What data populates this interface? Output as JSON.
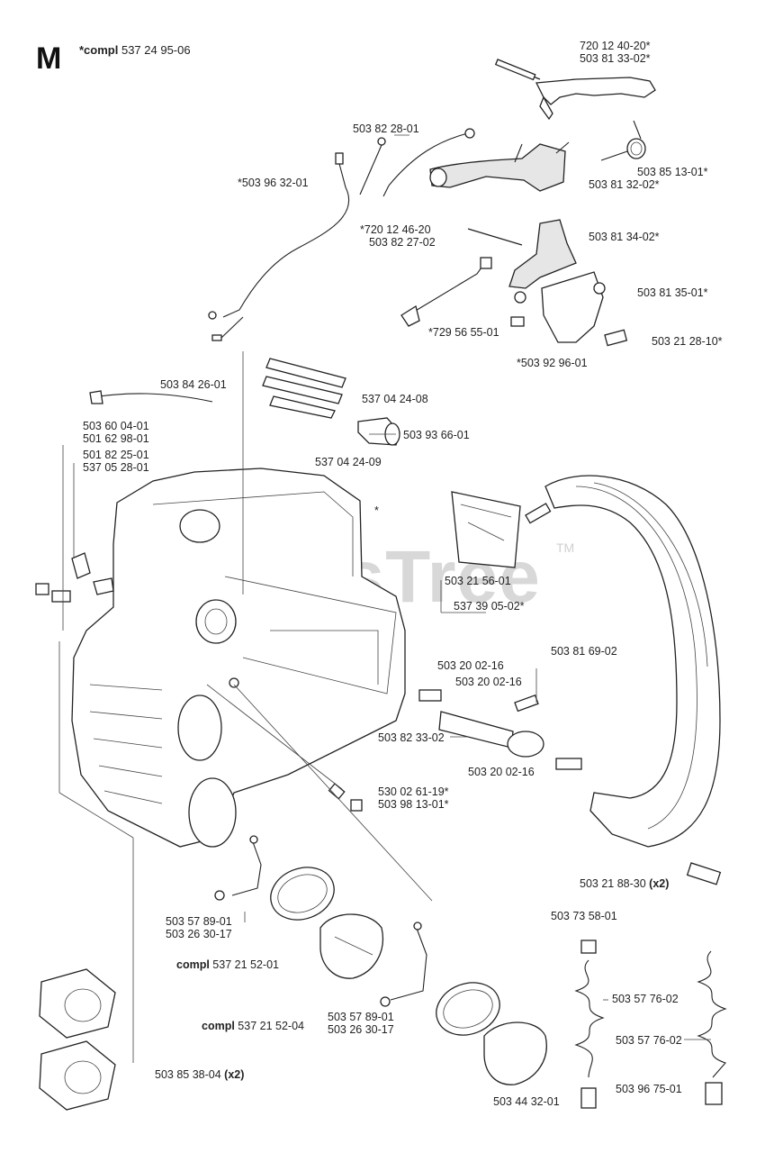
{
  "section": {
    "letter": "M",
    "compl_prefix": "*compl",
    "compl_number": "537 24 95-06"
  },
  "watermark": {
    "text": "PartsTree",
    "tm": "TM"
  },
  "labels": [
    {
      "id": "l1",
      "lines": [
        "720 12 40-20*",
        "503 81 33-02*"
      ]
    },
    {
      "id": "l2",
      "lines": [
        "503 82 28-01"
      ]
    },
    {
      "id": "l3",
      "lines": [
        "*503 96 32-01"
      ]
    },
    {
      "id": "l4",
      "lines": [
        "503 85 13-01*",
        "503 81 32-02*"
      ]
    },
    {
      "id": "l5",
      "lines": [
        "*720 12 46-20",
        "503 82 27-02"
      ]
    },
    {
      "id": "l6",
      "lines": [
        "503 81 34-02*"
      ]
    },
    {
      "id": "l7",
      "lines": [
        "503 81 35-01*"
      ]
    },
    {
      "id": "l8",
      "lines": [
        "*729 56 55-01"
      ]
    },
    {
      "id": "l9",
      "lines": [
        "503 21 28-10*"
      ]
    },
    {
      "id": "l10",
      "lines": [
        "*503 92 96-01"
      ]
    },
    {
      "id": "l11",
      "lines": [
        "503 84 26-01"
      ]
    },
    {
      "id": "l12",
      "lines": [
        "537 04 24-08"
      ]
    },
    {
      "id": "l13",
      "lines": [
        "503 93 66-01"
      ]
    },
    {
      "id": "l14",
      "lines": [
        "503 60 04-01",
        "501 62 98-01"
      ]
    },
    {
      "id": "l15",
      "lines": [
        "501 82 25-01",
        "537 05 28-01"
      ]
    },
    {
      "id": "l16",
      "lines": [
        "537 04 24-09"
      ]
    },
    {
      "id": "l17",
      "lines": [
        "503 21 56-01"
      ]
    },
    {
      "id": "l18",
      "lines": [
        "537 39 05-02*"
      ]
    },
    {
      "id": "l19",
      "lines": [
        "503 81 69-02"
      ]
    },
    {
      "id": "l20",
      "lines": [
        "503 20 02-16"
      ]
    },
    {
      "id": "l21",
      "lines": [
        "503 20 02-16"
      ]
    },
    {
      "id": "l22",
      "lines": [
        "503 82 33-02"
      ]
    },
    {
      "id": "l23",
      "lines": [
        "503 20 02-16"
      ]
    },
    {
      "id": "l24",
      "lines": [
        "530 02 61-19*",
        "503 98 13-01*"
      ]
    },
    {
      "id": "l25",
      "lines": [
        "503 21 88-30"
      ],
      "suffix": "(x2)"
    },
    {
      "id": "l26",
      "lines": [
        "503 57 89-01",
        "503 26 30-17"
      ]
    },
    {
      "id": "l27",
      "lines": [
        "503 73 58-01"
      ]
    },
    {
      "id": "l28",
      "prefix": "compl",
      "lines": [
        "537 21 52-01"
      ]
    },
    {
      "id": "l29",
      "lines": [
        "503 57 76-02"
      ]
    },
    {
      "id": "l30",
      "lines": [
        "503 57 89-01",
        "503 26 30-17"
      ]
    },
    {
      "id": "l31",
      "prefix": "compl",
      "lines": [
        "537 21 52-04"
      ]
    },
    {
      "id": "l32",
      "lines": [
        "503 57 76-02"
      ]
    },
    {
      "id": "l33",
      "lines": [
        "503 85 38-04"
      ],
      "suffix": "(x2)"
    },
    {
      "id": "l34",
      "lines": [
        "503 96 75-01"
      ]
    },
    {
      "id": "l35",
      "lines": [
        "503 44 32-01"
      ]
    },
    {
      "id": "l36",
      "lines": [
        "*"
      ]
    }
  ]
}
